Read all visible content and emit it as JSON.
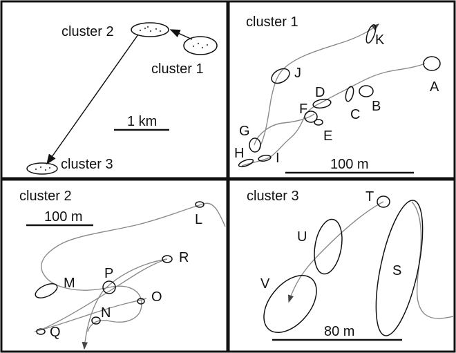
{
  "panels": {
    "tl": {
      "clusters": [
        "cluster 2",
        "cluster 1",
        "cluster 3"
      ],
      "scale_label": "1 km"
    },
    "tr": {
      "title": "cluster 1",
      "letters": [
        "K",
        "J",
        "A",
        "D",
        "B",
        "F",
        "C",
        "E",
        "G",
        "H",
        "I"
      ],
      "scale_label": "100 m"
    },
    "bl": {
      "title": "cluster 2",
      "scale_label": "100 m",
      "letters": [
        "L",
        "R",
        "M",
        "P",
        "O",
        "N",
        "Q"
      ]
    },
    "br": {
      "title": "cluster 3",
      "letters": [
        "T",
        "U",
        "S",
        "V"
      ],
      "scale_label": "80 m"
    }
  }
}
